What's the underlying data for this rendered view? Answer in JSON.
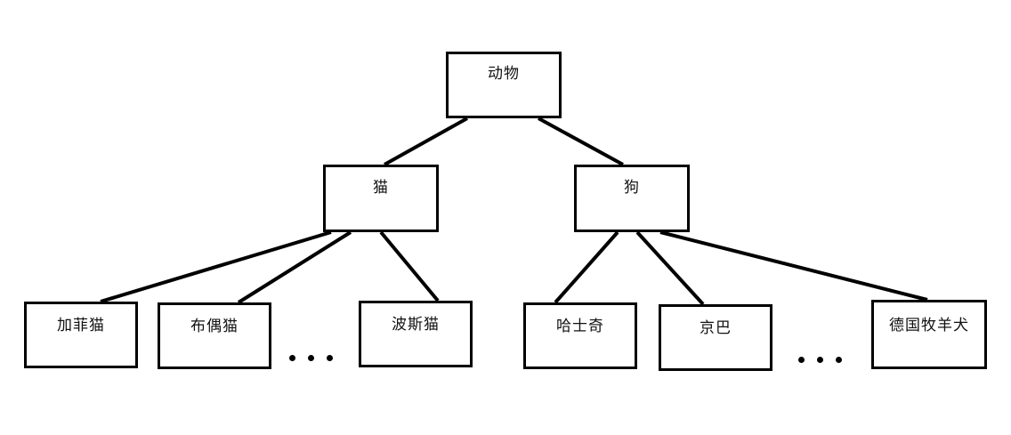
{
  "diagram": {
    "type": "tree",
    "title": "",
    "orientation": "top-down",
    "style": {
      "box_border_color": "#000000",
      "box_fill_color": "#ffffff",
      "edge_color": "#000000",
      "text_color": "#111111",
      "background": "#ffffff"
    },
    "levels": [
      {
        "level": 1,
        "nodes": [
          {
            "id": "animal",
            "label": "动物"
          }
        ]
      },
      {
        "level": 2,
        "nodes": [
          {
            "id": "cat",
            "label": "猫"
          },
          {
            "id": "dog",
            "label": "狗"
          }
        ]
      },
      {
        "level": 3,
        "nodes": [
          {
            "id": "garfield",
            "label": "加菲猫"
          },
          {
            "id": "ragdoll",
            "label": "布偶猫"
          },
          {
            "id": "persian",
            "label": "波斯猫"
          },
          {
            "id": "husky",
            "label": "哈士奇"
          },
          {
            "id": "pekingese",
            "label": "京巴"
          },
          {
            "id": "german-shepherd",
            "label": "德国牧羊犬"
          }
        ]
      }
    ],
    "edges": [
      {
        "from": "animal",
        "to": "cat"
      },
      {
        "from": "animal",
        "to": "dog"
      },
      {
        "from": "cat",
        "to": "garfield"
      },
      {
        "from": "cat",
        "to": "ragdoll"
      },
      {
        "from": "cat",
        "to": "persian"
      },
      {
        "from": "dog",
        "to": "husky"
      },
      {
        "from": "dog",
        "to": "pekingese"
      },
      {
        "from": "dog",
        "to": "german-shepherd"
      }
    ],
    "ellipses": [
      {
        "id": "cat-ellipsis",
        "label": "...",
        "meaning": "more cat breeds omitted"
      },
      {
        "id": "dog-ellipsis",
        "label": "...",
        "meaning": "more dog breeds omitted"
      }
    ]
  }
}
